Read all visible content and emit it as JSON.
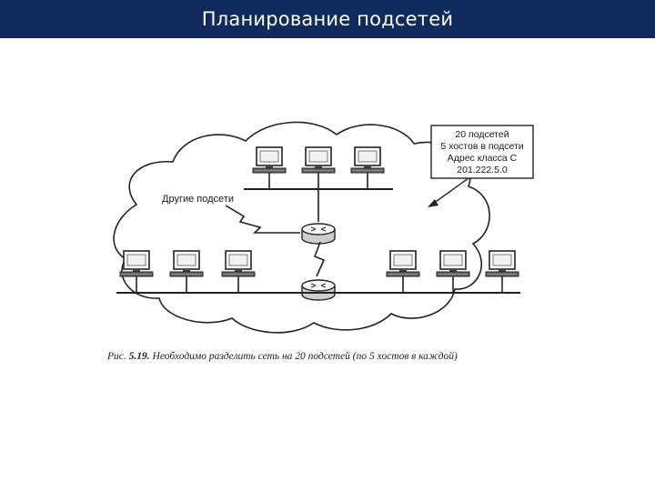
{
  "slide": {
    "title": "Планирование подсетей"
  },
  "diagram": {
    "info_box": [
      "20 подсетей",
      "5 хостов в подсети",
      "Адрес класса С",
      "201.222.5.0"
    ],
    "other_subnets_label": "Другие подсети"
  },
  "caption": {
    "prefix": "Рис.",
    "number": "5.19.",
    "text": "Необходимо разделить сеть на 20 подсетей (по 5 хостов в каждой)"
  }
}
